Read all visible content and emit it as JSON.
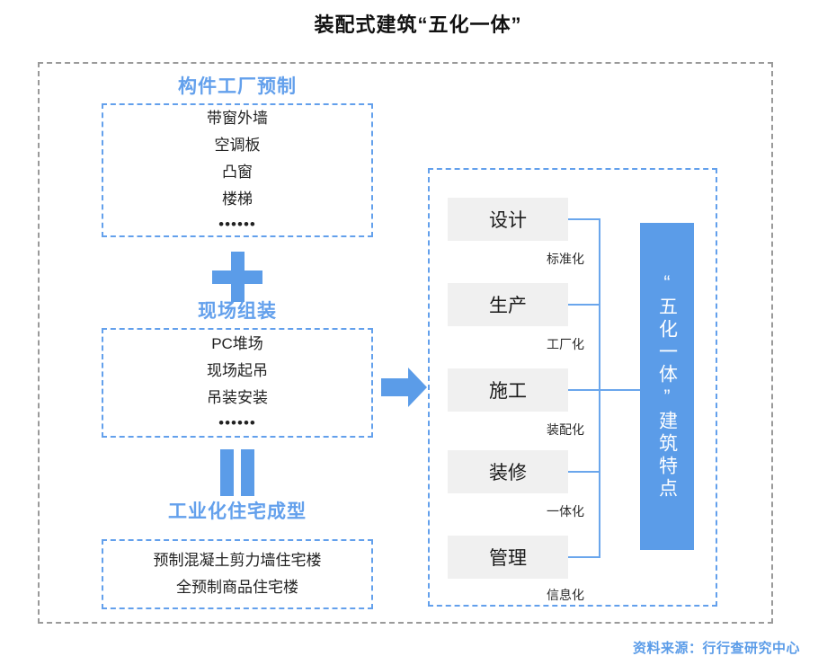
{
  "title": "装配式建筑“五化一体”",
  "colors": {
    "accent_blue": "#5b9ce8",
    "heading_blue": "#63a0ec",
    "connector_blue": "#6aa6ec",
    "frame_gray": "#9a9a9a",
    "stage_box_bg": "#f0f0f0",
    "text_dark": "#1a1a1a"
  },
  "left": {
    "sections": [
      {
        "heading": "构件工厂预制",
        "items": [
          "带窗外墙",
          "空调板",
          "凸窗",
          "楼梯"
        ],
        "ellipsis": "••••••"
      },
      {
        "heading": "现场组装",
        "items": [
          "PC堆场",
          "现场起吊",
          "吊装安装"
        ],
        "ellipsis": "••••••"
      },
      {
        "heading": "工业化住宅成型",
        "items": [
          "预制混凝土剪力墙住宅楼",
          "全预制商品住宅楼"
        ],
        "ellipsis": ""
      }
    ],
    "operators": [
      {
        "name": "plus",
        "glyph": "+"
      },
      {
        "name": "equals",
        "glyph": "="
      }
    ]
  },
  "arrow": {
    "name": "right-arrow",
    "direction": "right"
  },
  "right": {
    "stages": [
      {
        "name": "设计",
        "label": "标准化"
      },
      {
        "name": "生产",
        "label": "工厂化"
      },
      {
        "name": "施工",
        "label": "装配化"
      },
      {
        "name": "装修",
        "label": "一体化"
      },
      {
        "name": "管理",
        "label": "信息化"
      }
    ],
    "vertical_bar_text": "“五化一体”建筑特点"
  },
  "source": "资料来源：行行查研究中心"
}
